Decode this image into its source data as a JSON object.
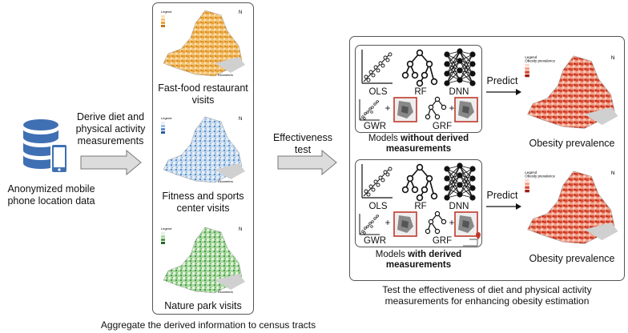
{
  "left": {
    "data_label_line1": "Anonymized mobile",
    "data_label_line2": "phone location data",
    "derive_line1": "Derive diet and",
    "derive_line2": "physical activity",
    "derive_line3": "measurements"
  },
  "middle": {
    "map1_label_line1": "Fast-food restaurant",
    "map1_label_line2": "visits",
    "map2_label_line1": "Fitness and sports",
    "map2_label_line2": "center visits",
    "map3_label": "Nature park visits",
    "caption": "Aggregate the derived information to census tracts",
    "legend_word": "Legend",
    "scale_word": "Kilometers"
  },
  "effectiveness": {
    "line1": "Effectiveness",
    "line2": "test"
  },
  "right": {
    "models": {
      "ols": "OLS",
      "rf": "RF",
      "dnn": "DNN",
      "gwr": "GWR",
      "grf": "GRF",
      "plus": "+"
    },
    "top_caption_prefix": "Models ",
    "top_caption_bold": "without derived",
    "top_caption_line2_bold": "measurements",
    "bottom_caption_prefix": "Models ",
    "bottom_caption_bold": "with derived",
    "bottom_caption_line2_bold": "measurements",
    "predict": "Predict",
    "obesity": "Obesity prevalence",
    "obesity_legend_title": "Obesity prevalence",
    "footer_line1": "Test the effectiveness of diet and physical activity",
    "footer_line2": "measurements for enhancing obesity estimation"
  },
  "colors": {
    "orange": "#e8a33a",
    "blue": "#5b8fc9",
    "green": "#4a9b4a",
    "red": "#d9452e",
    "database": "#3f70b3"
  }
}
